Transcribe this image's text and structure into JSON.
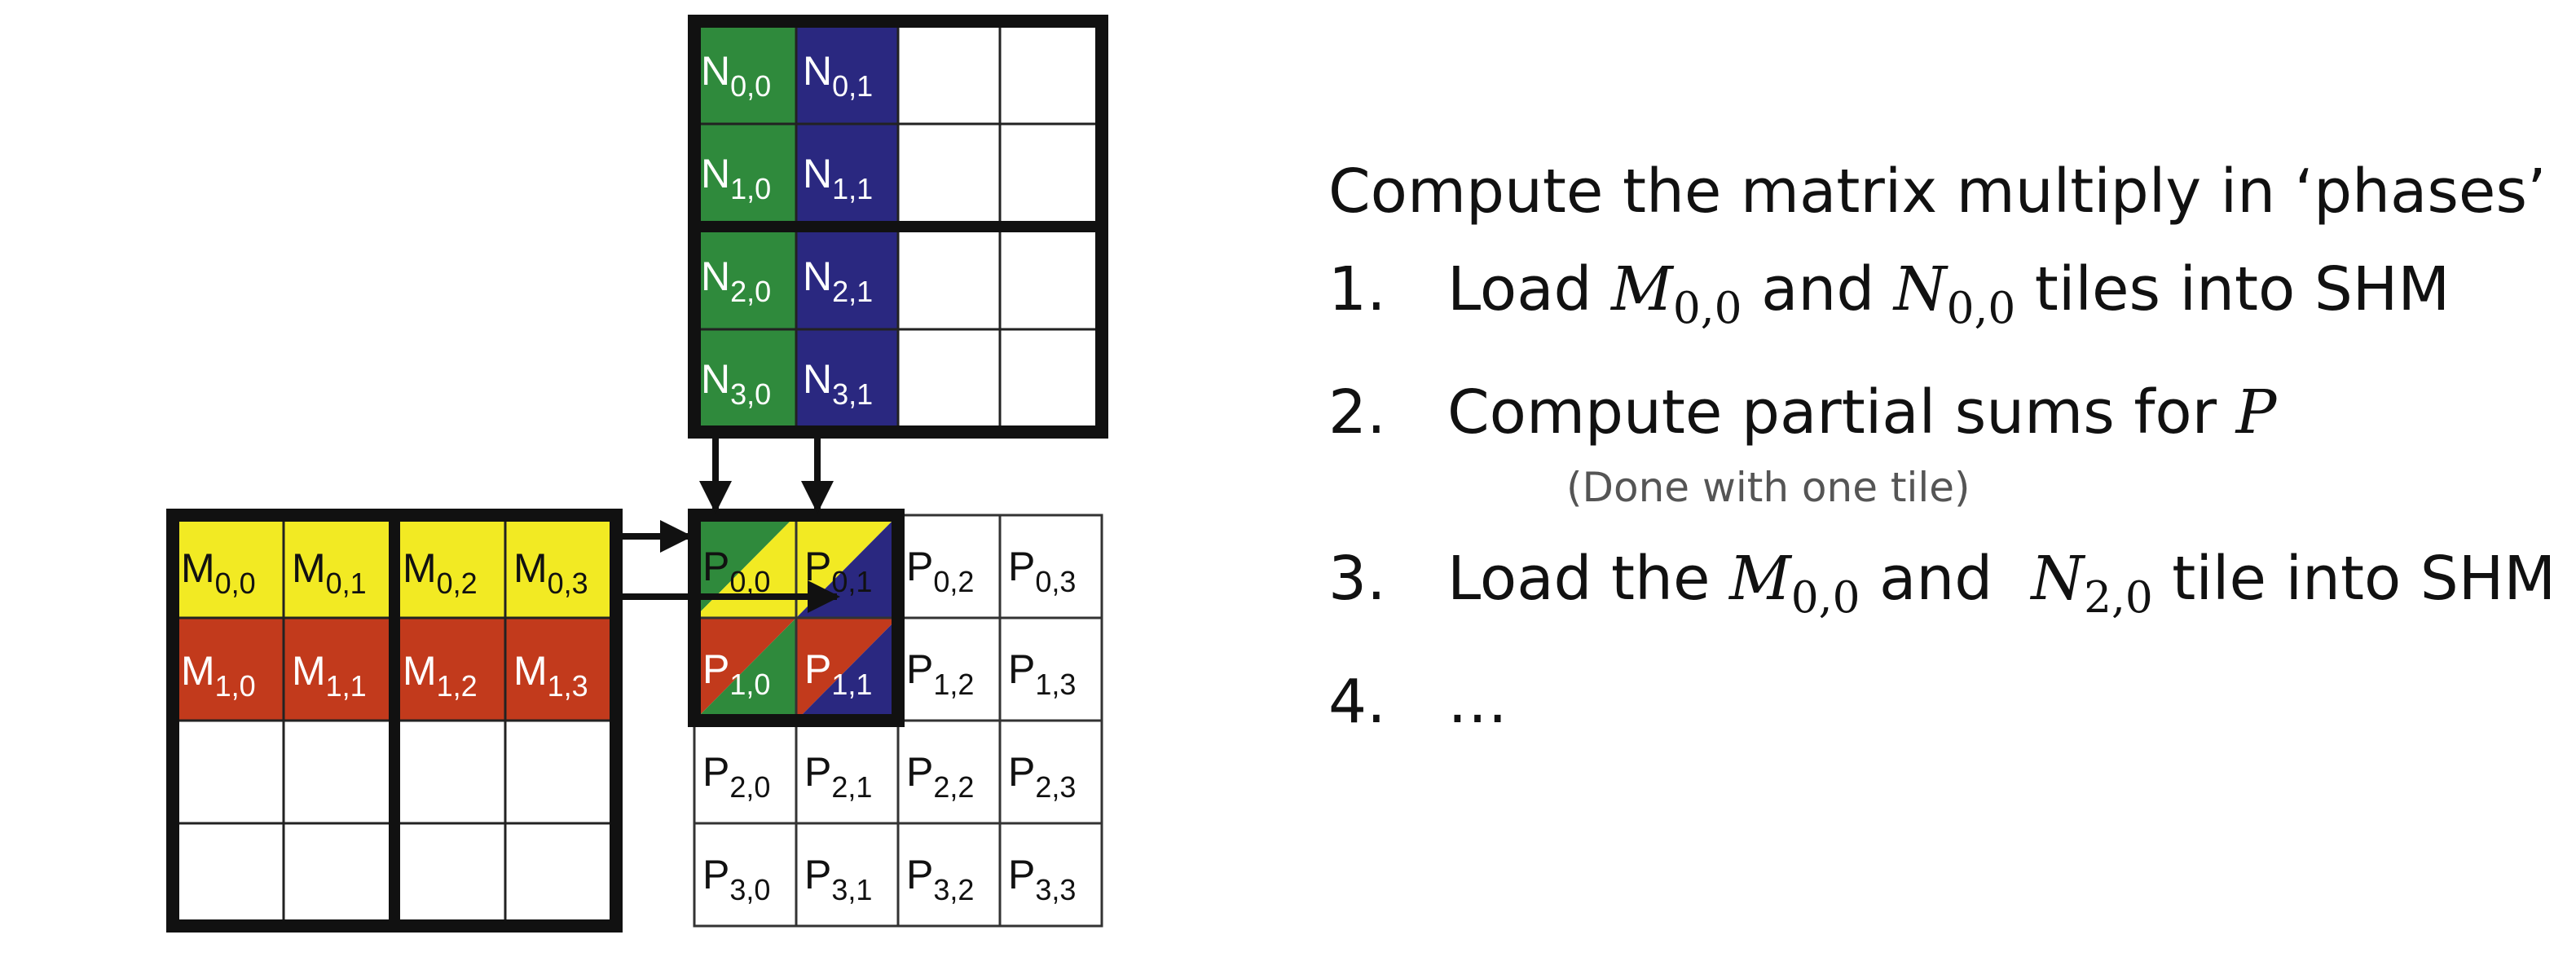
{
  "diagram": {
    "n_matrix": {
      "labels": [
        [
          "N",
          "0,0"
        ],
        [
          "N",
          "0,1"
        ],
        [
          "N",
          "1,0"
        ],
        [
          "N",
          "1,1"
        ],
        [
          "N",
          "2,0"
        ],
        [
          "N",
          "2,1"
        ],
        [
          "N",
          "3,0"
        ],
        [
          "N",
          "3,1"
        ]
      ],
      "colors": {
        "col0": "#2f8a3c",
        "col1": "#2a2880"
      }
    },
    "m_matrix": {
      "labels": [
        [
          "M",
          "0,0"
        ],
        [
          "M",
          "0,1"
        ],
        [
          "M",
          "0,2"
        ],
        [
          "M",
          "0,3"
        ],
        [
          "M",
          "1,0"
        ],
        [
          "M",
          "1,1"
        ],
        [
          "M",
          "1,2"
        ],
        [
          "M",
          "1,3"
        ]
      ],
      "colors": {
        "row0": "#f2ea23",
        "row1": "#c23a1c"
      }
    },
    "p_matrix": {
      "labels": [
        [
          "P",
          "0,0"
        ],
        [
          "P",
          "0,1"
        ],
        [
          "P",
          "0,2"
        ],
        [
          "P",
          "0,3"
        ],
        [
          "P",
          "1,0"
        ],
        [
          "P",
          "1,1"
        ],
        [
          "P",
          "1,2"
        ],
        [
          "P",
          "1,3"
        ],
        [
          "P",
          "2,0"
        ],
        [
          "P",
          "2,1"
        ],
        [
          "P",
          "2,2"
        ],
        [
          "P",
          "2,3"
        ],
        [
          "P",
          "3,0"
        ],
        [
          "P",
          "3,1"
        ],
        [
          "P",
          "3,2"
        ],
        [
          "P",
          "3,3"
        ]
      ]
    }
  },
  "steps": {
    "heading": "Compute the matrix multiply in ‘phases’",
    "items": [
      {
        "num": "1.",
        "pre": "Load ",
        "m1_base": "M",
        "m1_sub": "0,0",
        "mid": " and ",
        "m2_base": "N",
        "m2_sub": "0,0",
        "post": " tiles into SHM"
      },
      {
        "num": "2.",
        "pre": "Compute partial sums for ",
        "m1_base": "P"
      },
      {
        "num": "3.",
        "pre": "Load the ",
        "m1_base": "M",
        "m1_sub": "0,0",
        "mid": " and  ",
        "m2_base": "N",
        "m2_sub": "2,0",
        "post": " tile into SHM"
      },
      {
        "num": "4.",
        "pre": "…"
      }
    ],
    "note": "(Done with one tile)"
  }
}
